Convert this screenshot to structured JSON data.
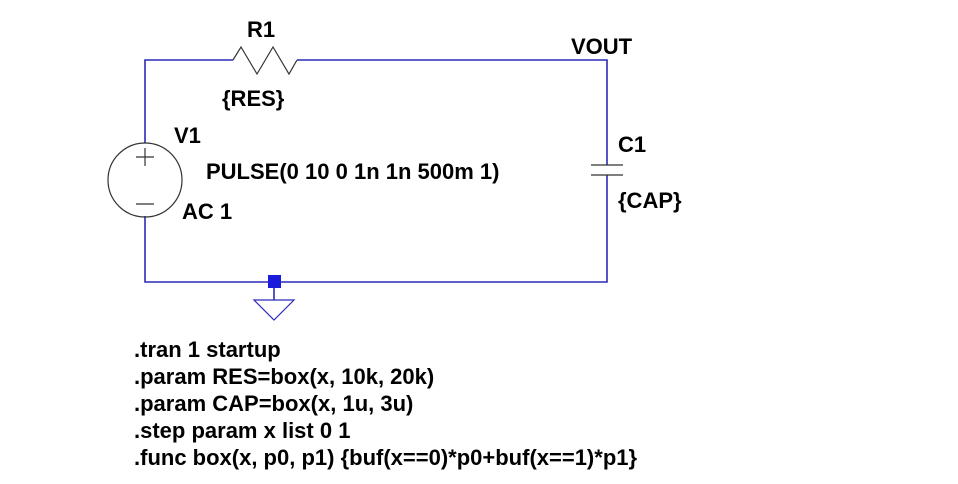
{
  "labels": {
    "net_vout": "VOUT",
    "r1_name": "R1",
    "r1_value": "{RES}",
    "v1_name": "V1",
    "v1_value": "PULSE(0 10 0 1n 1n 500m 1)",
    "v1_ac": "AC 1",
    "c1_name": "C1",
    "c1_value": "{CAP}"
  },
  "directives": [
    ".tran 1 startup",
    ".param RES=box(x, 10k, 20k)",
    ".param CAP=box(x, 1u, 3u)",
    ".step param x list 0 1",
    ".func box(x, p0, p1) {buf(x==0)*p0+buf(x==1)*p1}"
  ],
  "colors": {
    "wire": "#2b2bb8",
    "junction": "#1b1bdc",
    "symbol": "#333333",
    "text": "#000000",
    "background": "#ffffff"
  }
}
